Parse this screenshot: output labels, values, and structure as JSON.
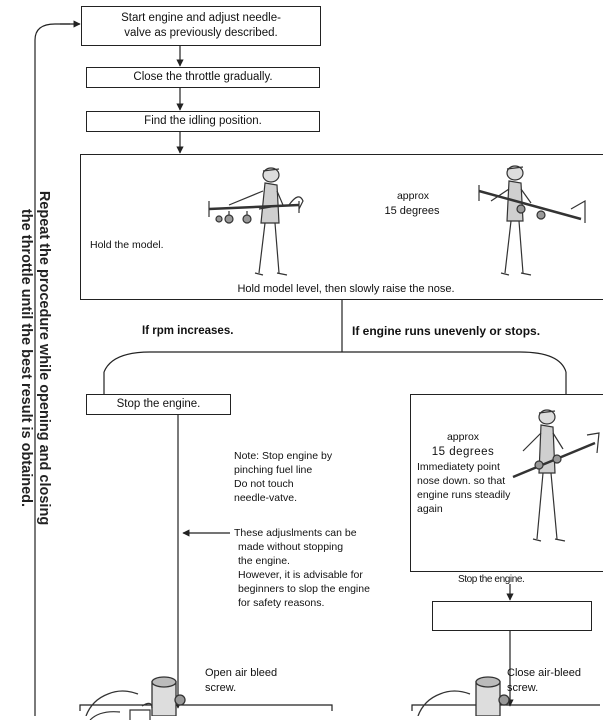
{
  "steps": {
    "start": [
      "Start engine and adjust needle-",
      "valve as previously described."
    ],
    "close_throttle": "Close the throttle gradually.",
    "find_idle": "Find the idling position.",
    "hold_model": "Hold the model.",
    "approx_top": [
      "approx",
      "15 degrees"
    ],
    "hold_level": "Hold model level, then slowly raise the nose.",
    "stop_engine": "Stop the engine.",
    "stop_engine_right": "Stop the engine.",
    "open_air_bleed": [
      "Open air bleed",
      "screw."
    ],
    "close_air_bleed": [
      "Close air-bleed",
      "screw."
    ]
  },
  "branches": {
    "left": "If rpm increases.",
    "right": "If engine runs unevenly or stops."
  },
  "notes": {
    "stop_engine_note": [
      "Note: Stop engine by",
      "pinching fuel line",
      "Do not touch",
      "needle-vatve."
    ],
    "adjustments_note": [
      "These adjuslments can be",
      "made without stopping",
      "the engine.",
      "However, it is advisable for",
      "beginners to slop the engine",
      "for safety reasons."
    ],
    "approx_right": [
      "approx",
      "15 degrees"
    ],
    "immediately": [
      "Immediatety point",
      "nose down. so that",
      "engine runs steadily",
      "again"
    ]
  },
  "side_instruction": [
    "Repeat the procedure while opening and closing",
    "the throttle until the best result is obtained."
  ]
}
